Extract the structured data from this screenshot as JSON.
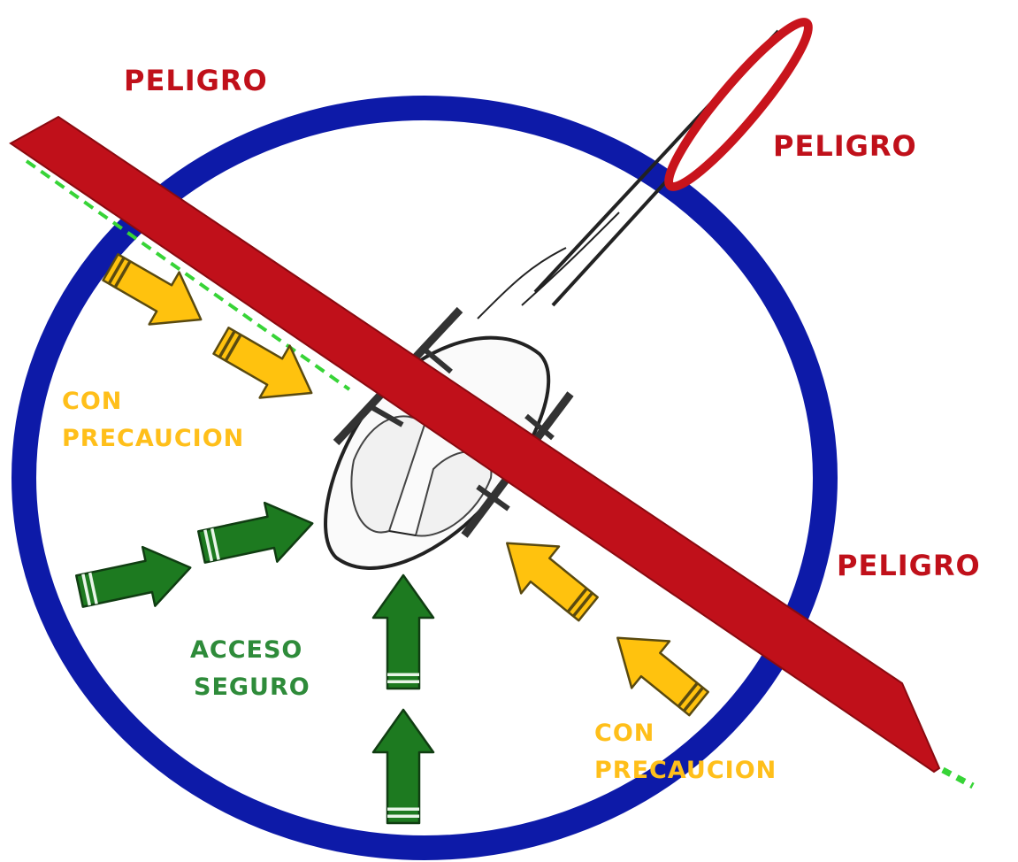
{
  "labels": {
    "danger_top_left": "PELIGRO",
    "danger_top_right": "PELIGRO",
    "danger_right": "PELIGRO",
    "caution_left_1": "CON",
    "caution_left_2": "PRECAUCION",
    "caution_bottom_1": "CON",
    "caution_bottom_2": "PRECAUCION",
    "safe_1": "ACCESO",
    "safe_2": "SEGURO"
  },
  "colors": {
    "circle": "#0d1aa8",
    "danger": "#c0101a",
    "caution": "#ffc20e",
    "safe": "#1d7a20",
    "safe_text": "#2e8b3a",
    "rotor_line": "#37d437"
  }
}
